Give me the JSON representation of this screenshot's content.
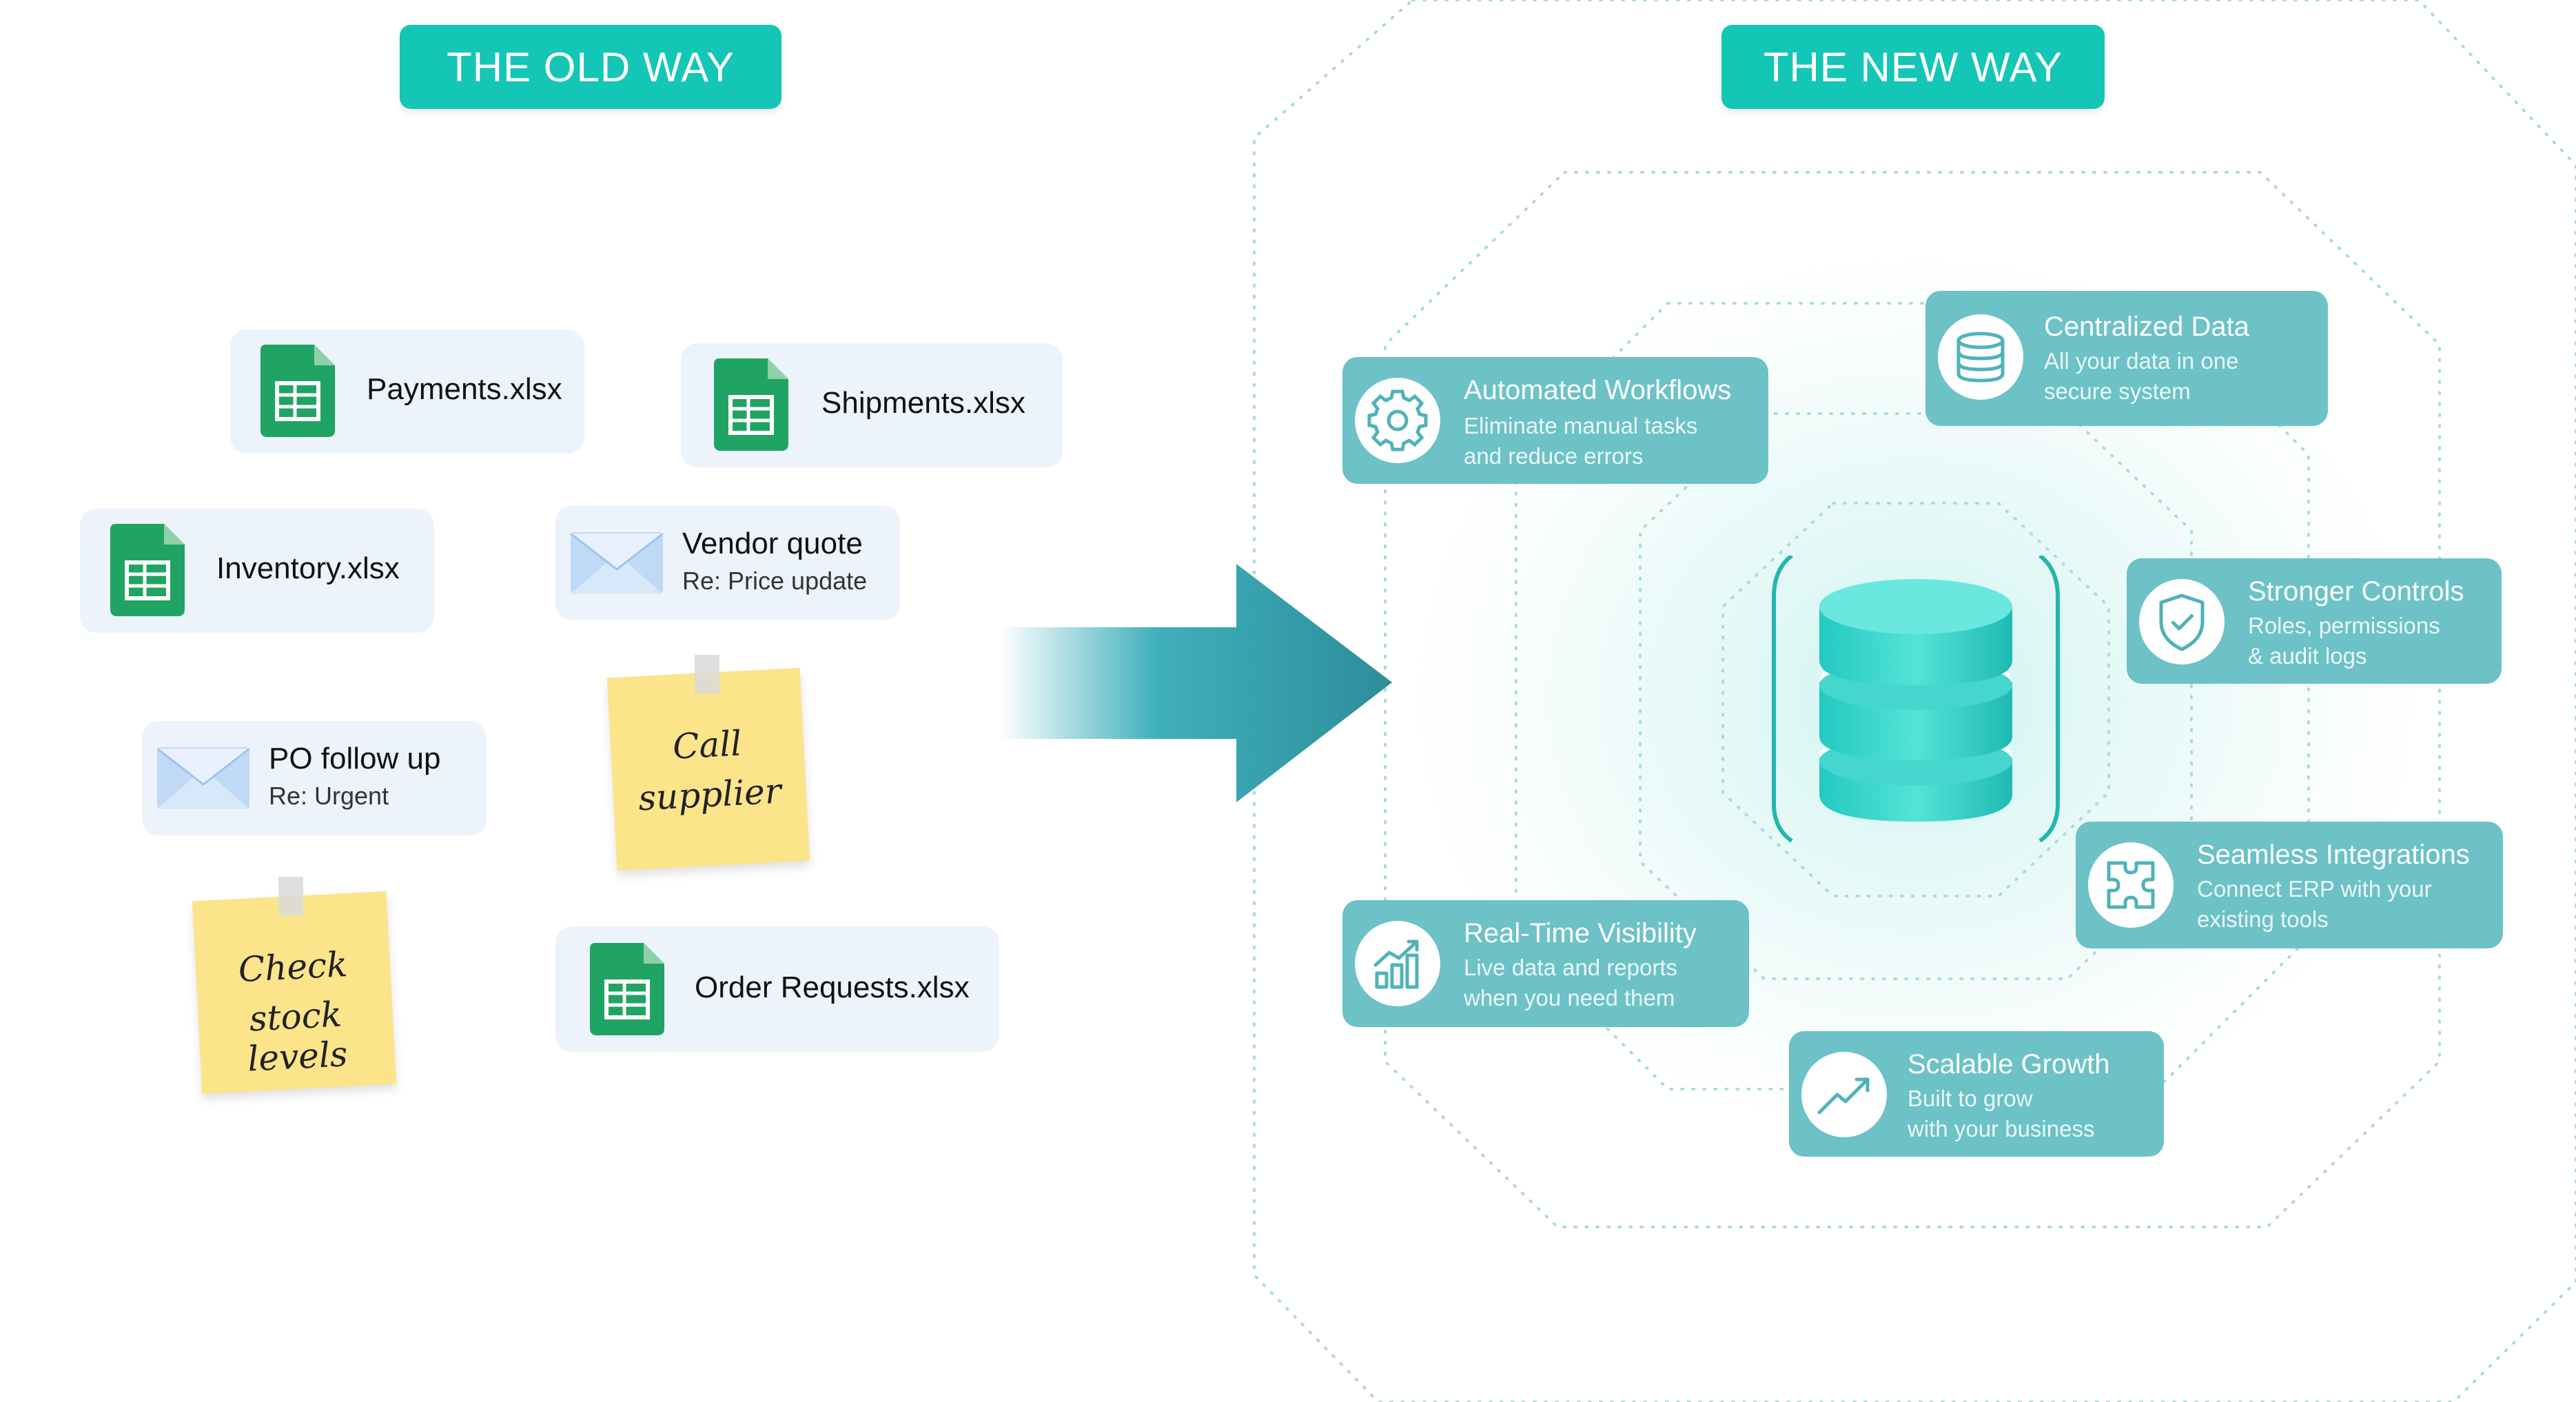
{
  "old_way": {
    "title": "THE OLD WAY",
    "files": [
      {
        "name": "Payments.xlsx",
        "icon": "spreadsheet-icon"
      },
      {
        "name": "Shipments.xlsx",
        "icon": "spreadsheet-icon"
      },
      {
        "name": "Inventory.xlsx",
        "icon": "spreadsheet-icon"
      },
      {
        "name": "Order Requests.xlsx",
        "icon": "spreadsheet-icon"
      }
    ],
    "emails": [
      {
        "title": "Vendor quote",
        "subject": "Re: Price update",
        "icon": "envelope-icon"
      },
      {
        "title": "PO follow up",
        "subject": "Re: Urgent",
        "icon": "envelope-icon"
      }
    ],
    "notes": [
      {
        "line1": "Call",
        "line2": "supplier"
      },
      {
        "line1": "Check",
        "line2": "stock levels"
      }
    ]
  },
  "new_way": {
    "title": "THE NEW WAY",
    "center_icon": "database-icon",
    "features": [
      {
        "title": "Automated Workflows",
        "line1": "Eliminate manual tasks",
        "line2": "and reduce errors",
        "icon": "gear-icon"
      },
      {
        "title": "Centralized Data",
        "line1": "All your data in one",
        "line2": "secure system",
        "icon": "database-icon"
      },
      {
        "title": "Stronger Controls",
        "line1": "Roles, permissions",
        "line2": "& audit logs",
        "icon": "shield-check-icon"
      },
      {
        "title": "Seamless Integrations",
        "line1": "Connect ERP with your",
        "line2": "existing tools",
        "icon": "puzzle-icon"
      },
      {
        "title": "Real-Time Visibility",
        "line1": "Live data and reports",
        "line2": "when you need them",
        "icon": "bar-chart-icon"
      },
      {
        "title": "Scalable Growth",
        "line1": "Built to grow",
        "line2": "with your business",
        "icon": "trend-up-icon"
      }
    ]
  },
  "colors": {
    "accent": "#14c6b5",
    "card_teal": "#6cc2c6",
    "old_card_bg": "#edf3fb",
    "sticky_yellow": "#fce48b",
    "sheet_green": "#1fa463"
  }
}
